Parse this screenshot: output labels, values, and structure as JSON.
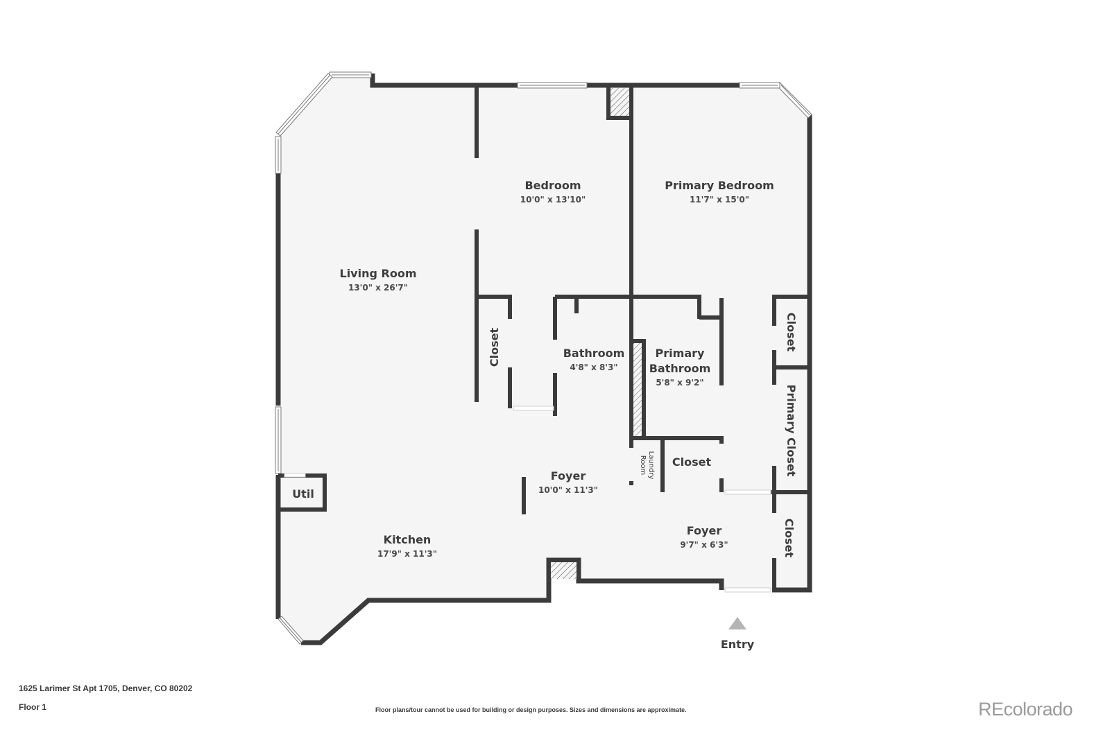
{
  "plan": {
    "colors": {
      "wall": "#3b3b3b",
      "floor": "#f5f5f5",
      "background": "#ffffff",
      "text": "#3d3d3d",
      "entry_marker": "#b5b5b5",
      "brand": "#9a9a9a"
    },
    "rooms": [
      {
        "name": "Living Room",
        "dims": "13'0\" x 26'7\""
      },
      {
        "name": "Bedroom",
        "dims": "10'0\" x 13'10\""
      },
      {
        "name": "Primary Bedroom",
        "dims": "11'7\" x 15'0\""
      },
      {
        "name": "Closet",
        "dims": ""
      },
      {
        "name": "Bathroom",
        "dims": "4'8\" x 8'3\""
      },
      {
        "name_line1": "Primary",
        "name_line2": "Bathroom",
        "dims": "5'8\" x 9'2\""
      },
      {
        "name": "Closet",
        "dims": ""
      },
      {
        "name": "Primary Closet",
        "dims": ""
      },
      {
        "name_line1": "Laundry",
        "name_line2": "Room",
        "dims": ""
      },
      {
        "name": "Closet",
        "dims": ""
      },
      {
        "name": "Foyer",
        "dims": "10'0\" x 11'3\""
      },
      {
        "name": "Util",
        "dims": ""
      },
      {
        "name": "Kitchen",
        "dims": "17'9\" x 11'3\""
      },
      {
        "name": "Foyer",
        "dims": "9'7\" x 6'3\""
      },
      {
        "name": "Closet",
        "dims": ""
      }
    ],
    "entry": {
      "label": "Entry",
      "icon": "triangle-up-icon"
    }
  },
  "footer": {
    "address": "1625 Larimer St Apt 1705, Denver, CO 80202",
    "floor": "Floor 1",
    "disclaimer": "Floor plans/tour cannot be used for building or design purposes. Sizes and dimensions are approximate.",
    "brand": "REcolorado"
  }
}
